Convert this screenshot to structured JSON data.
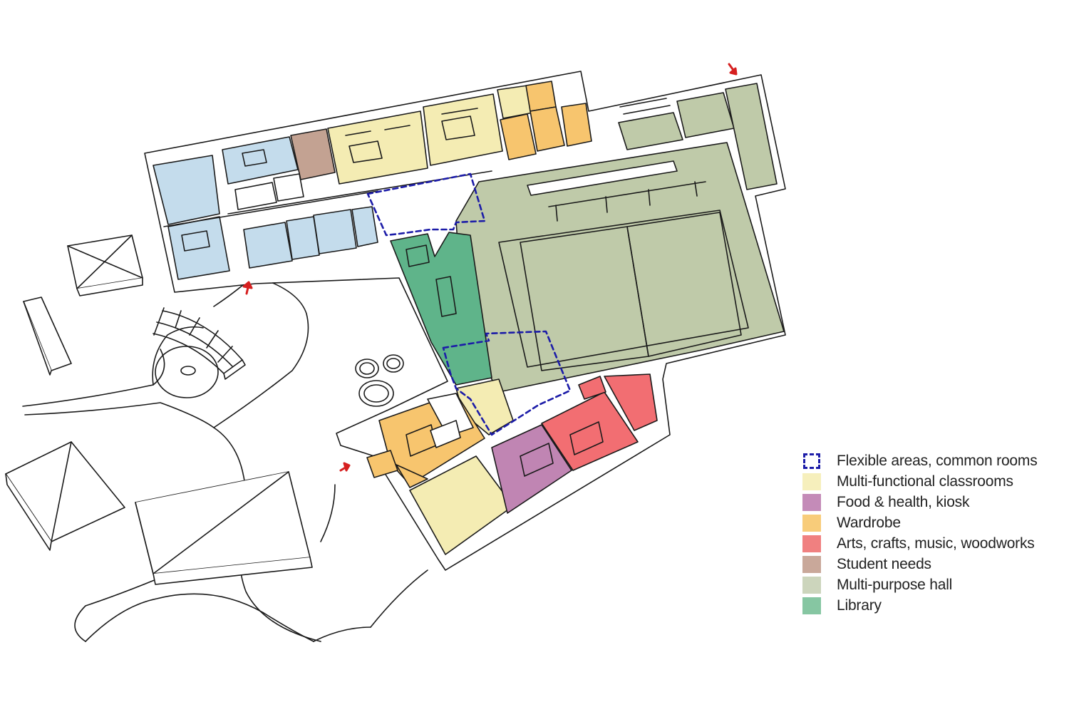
{
  "legend": {
    "items": [
      {
        "label": "Flexible areas, common rooms",
        "color": "#1c1ca8",
        "style": "dashed"
      },
      {
        "label": "Multi-functional classrooms",
        "color": "#f6efbc",
        "style": "fill"
      },
      {
        "label": "Food & health, kiosk",
        "color": "#c48bb8",
        "style": "fill"
      },
      {
        "label": "Wardrobe",
        "color": "#f8cc7a",
        "style": "fill"
      },
      {
        "label": "Arts, crafts, music, woodworks",
        "color": "#f08080",
        "style": "fill"
      },
      {
        "label": "Student needs",
        "color": "#c9a89a",
        "style": "fill"
      },
      {
        "label": "Multi-purpose hall",
        "color": "#ccd5bc",
        "style": "fill"
      },
      {
        "label": "Library",
        "color": "#86c6a2",
        "style": "fill"
      }
    ]
  },
  "colors": {
    "blue_rooms": "#c4dcec",
    "library": "#5fb48a",
    "hall": "#bfcaa9",
    "classroom": "#f4ecb3",
    "wardrobe": "#f7c56e",
    "arts": "#f26e72",
    "food": "#c085b3",
    "student_needs": "#c3a292",
    "flex_outline": "#1c1ca8",
    "entrance_arrow": "#d62020"
  }
}
